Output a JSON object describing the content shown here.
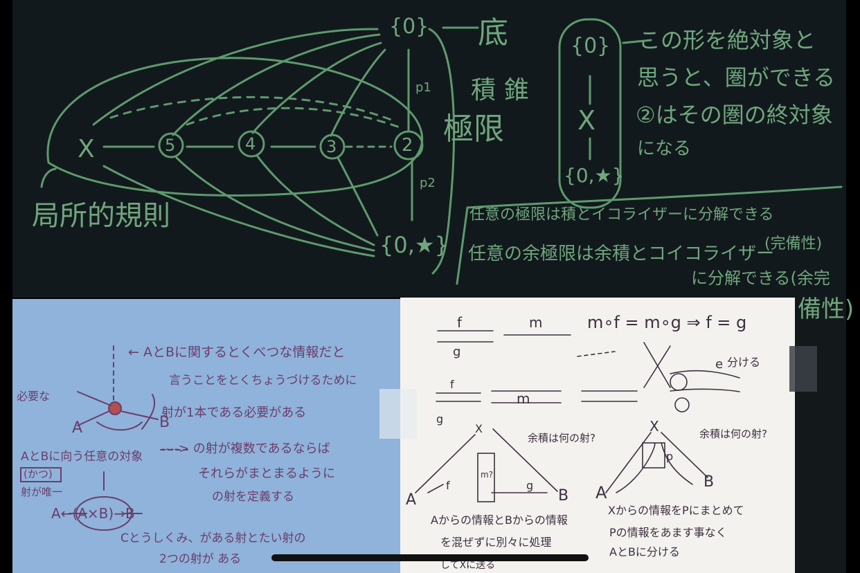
{
  "colors": {
    "board": "#12191c",
    "chalk": "#6fa67e",
    "paper_blue": "#8fb3db",
    "paper_white": "#f3f2ee",
    "ink_purple": "#6b3d6a",
    "ink_dark": "#3e2f40"
  },
  "board": {
    "node_x": "X",
    "node_5": "5",
    "node_4": "4",
    "node_3": "3",
    "node_2": "2",
    "top_set": "{0}",
    "bottom_set": "{0,★}",
    "label_bottom": "底",
    "label_p1": "p1",
    "label_p2": "p2",
    "label_limit": "極限",
    "label_cone": "錐",
    "label_product": "積",
    "label_rule": "局所的規則",
    "box_top": "{0}",
    "box_x": "X",
    "box_bottom": "{0,★}",
    "note1": "この形を絶対象と",
    "note2": "思うと、圏ができる",
    "note3": "②はその圏の終対象",
    "note4": "になる",
    "theorem1": "任意の極限は積とイコライザーに分解できる",
    "theorem1_tag": "(完備性)",
    "theorem2": "任意の余極限は余積とコイコライザー",
    "theorem3": "に分解できる(余完",
    "theorem3_tag": "備性)"
  },
  "blue_note": {
    "line1": "← AとBに関するとくべつな情報だと",
    "line2": "言うことをとくちょうづけるために",
    "line3": "射が1本である必要がある",
    "label_needed": "必要な",
    "label_A": "A",
    "label_B": "B",
    "line4": "----> の射が複数であるならば",
    "line5": "それらがまとまるように",
    "line6": "の射を定義する",
    "line7": "AとBに向う任意の対象",
    "line8": "(かつ)",
    "line9": "射が唯一",
    "line10": "A←(A×B)→B",
    "line11": "Cとうしくみ、がある射とたい射の",
    "line12": "2つの射が ある"
  },
  "white_note": {
    "f": "f",
    "g": "g",
    "m": "m",
    "equation": "m∘f = m∘g ⇒ f = g",
    "f2": "f",
    "g2": "g",
    "m2": "m",
    "label_e": "e",
    "label_ok": "分ける",
    "question_left": "余積は何の射?",
    "question_right": "余積は何の射?",
    "label_X": "X",
    "label_mq": "m?",
    "label_A": "A",
    "label_B": "B",
    "label_f": "f",
    "label_g": "g",
    "label_p": "p",
    "label_X2": "X",
    "label_A2": "A",
    "label_B2": "B",
    "left_text1": "Aからの情報とBからの情報",
    "left_text2": "を混ぜずに別々に処理",
    "left_text3": "してXに送る",
    "right_text1": "Xからの情報をPにまとめて",
    "right_text2": "Pの情報をあます事なく",
    "right_text3": "AとBに分ける"
  }
}
